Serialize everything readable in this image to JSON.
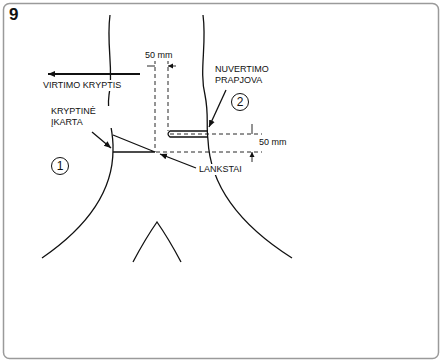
{
  "diagram": {
    "nodes": [
      {
        "text": [
          "1"
        ]
      },
      {
        "text": [
          "2"
        ]
      }
    ],
    "labels": [
      "9",
      "VIRTIMO KRYPTIS",
      "50 mm",
      "NUVERTIMO PRAPJOVA",
      "KRYPTINĖ ĮKARTA",
      "50 mm",
      "LANKSTAI"
    ]
  }
}
